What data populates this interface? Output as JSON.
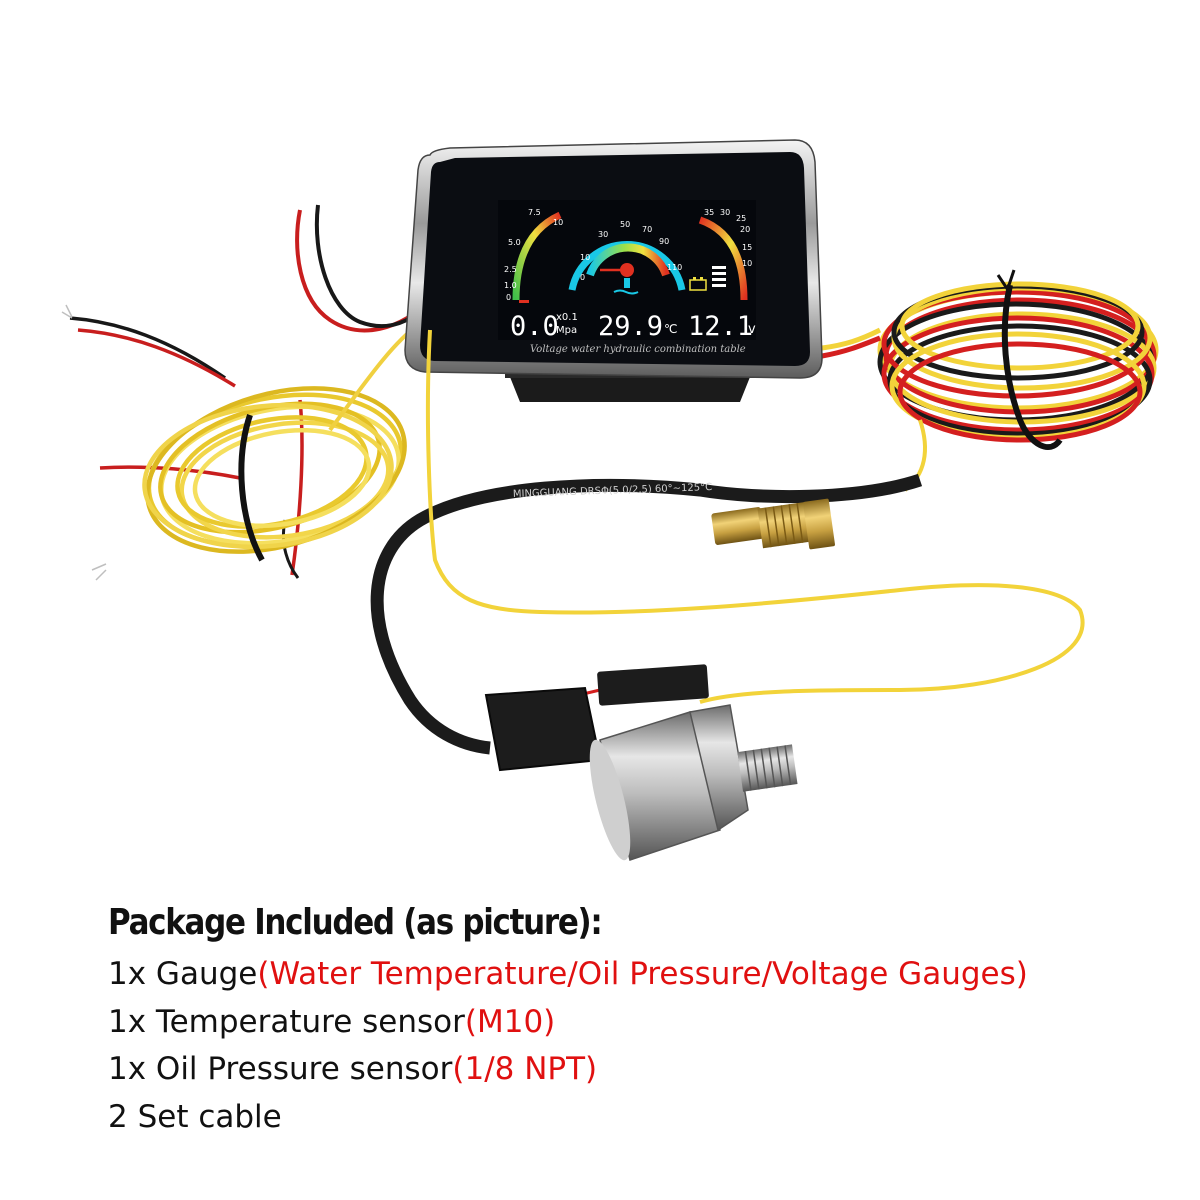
{
  "gauge": {
    "pressure": {
      "ticks": [
        "7.5",
        "10",
        "5.0",
        "2.5",
        "1.0",
        "0"
      ],
      "value": "0.0",
      "unit_top": "x0.1",
      "unit_bottom": "Mpa"
    },
    "temperature": {
      "ticks": [
        "30",
        "50",
        "70",
        "90",
        "110",
        "10",
        "0"
      ],
      "value": "29.9",
      "unit": "℃"
    },
    "voltage": {
      "ticks": [
        "35",
        "30",
        "25",
        "20",
        "15",
        "10"
      ],
      "value": "12.1",
      "unit": "v"
    },
    "bezel_text": "Voltage water hydraulic combination table"
  },
  "cable_text": "MINGGUANG  DRSΦ(5.0/2.5)  60°~125°C",
  "colors": {
    "cyan": "#19c8e6",
    "screen": "#05070c",
    "yellow_wire": "#f2d33a",
    "red_wire": "#d41f1f",
    "highlight": "#e01010"
  },
  "caption": {
    "title": "Package Included (as picture):",
    "lines": [
      {
        "prefix": "1x Gauge",
        "highlight": "(Water Temperature/Oil Pressure/Voltage Gauges)"
      },
      {
        "prefix": "1x Temperature sensor",
        "highlight": "(M10)"
      },
      {
        "prefix": "1x Oil Pressure sensor",
        "highlight": "(1/8 NPT)"
      },
      {
        "prefix": "2 Set cable",
        "highlight": ""
      }
    ]
  }
}
